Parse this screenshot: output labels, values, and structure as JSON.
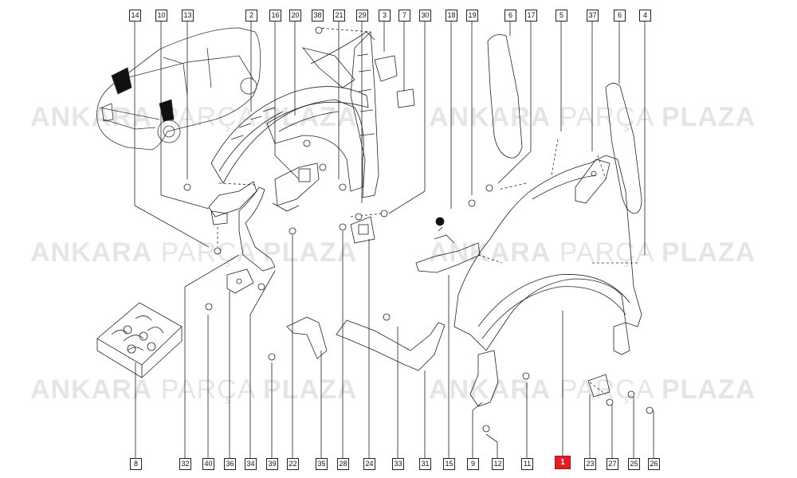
{
  "watermark": {
    "word1": "ANKARA",
    "word2": "PARÇA",
    "word3": "PLAZA",
    "color": "#000000"
  },
  "callouts_top": [
    {
      "id": "c14",
      "label": "14"
    },
    {
      "id": "c10",
      "label": "10"
    },
    {
      "id": "c13",
      "label": "13"
    },
    {
      "id": "c2",
      "label": "2"
    },
    {
      "id": "c16",
      "label": "16"
    },
    {
      "id": "c20",
      "label": "20"
    },
    {
      "id": "c38",
      "label": "38"
    },
    {
      "id": "c21",
      "label": "21"
    },
    {
      "id": "c29",
      "label": "29"
    },
    {
      "id": "c3",
      "label": "3"
    },
    {
      "id": "c7",
      "label": "7"
    },
    {
      "id": "c30",
      "label": "30"
    },
    {
      "id": "c18",
      "label": "18"
    },
    {
      "id": "c19",
      "label": "19"
    },
    {
      "id": "c6a",
      "label": "6"
    },
    {
      "id": "c17",
      "label": "17"
    },
    {
      "id": "c5",
      "label": "5"
    },
    {
      "id": "c37",
      "label": "37"
    },
    {
      "id": "c6b",
      "label": "6"
    },
    {
      "id": "c4",
      "label": "4"
    }
  ],
  "callouts_bottom": [
    {
      "id": "c8",
      "label": "8"
    },
    {
      "id": "c32",
      "label": "32"
    },
    {
      "id": "c40",
      "label": "40"
    },
    {
      "id": "c36",
      "label": "36"
    },
    {
      "id": "c34",
      "label": "34"
    },
    {
      "id": "c39",
      "label": "39"
    },
    {
      "id": "c22",
      "label": "22"
    },
    {
      "id": "c35",
      "label": "35"
    },
    {
      "id": "c28",
      "label": "28"
    },
    {
      "id": "c24",
      "label": "24"
    },
    {
      "id": "c33",
      "label": "33"
    },
    {
      "id": "c31",
      "label": "31"
    },
    {
      "id": "c15",
      "label": "15"
    },
    {
      "id": "c9",
      "label": "9"
    },
    {
      "id": "c12",
      "label": "12"
    },
    {
      "id": "c11",
      "label": "11"
    },
    {
      "id": "c1",
      "label": "1"
    },
    {
      "id": "c23",
      "label": "23"
    },
    {
      "id": "c27",
      "label": "27"
    },
    {
      "id": "c25",
      "label": "25"
    },
    {
      "id": "c26",
      "label": "26"
    }
  ],
  "highlight_color": "#e21d24"
}
